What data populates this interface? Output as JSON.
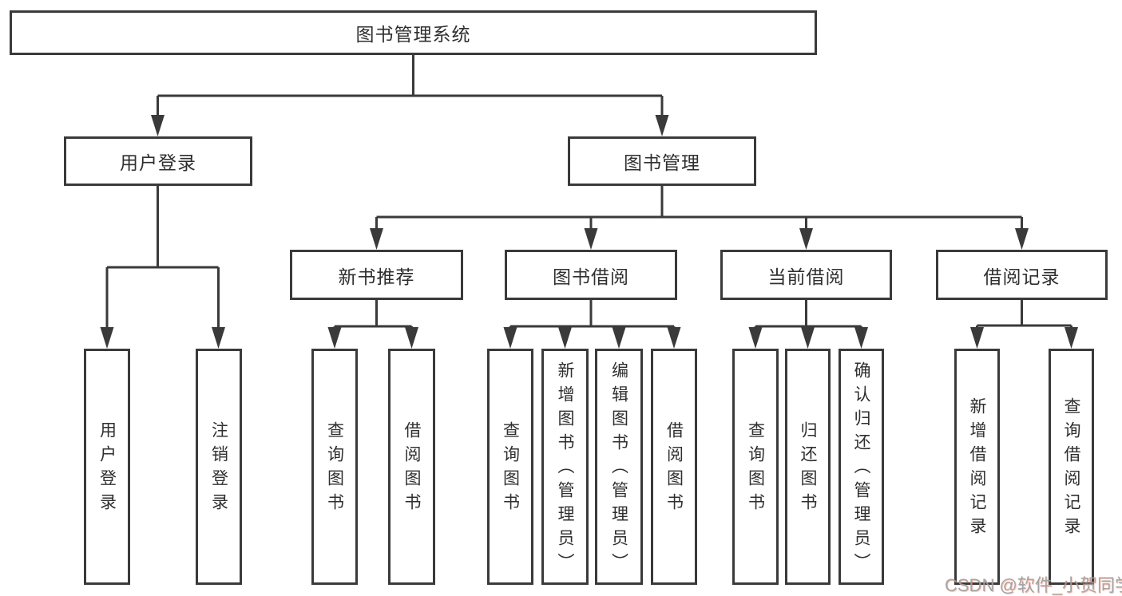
{
  "diagram": {
    "line_color": "#3a3a3a",
    "background_color": "#ffffff",
    "root": {
      "label": "图书管理系统"
    },
    "branches": [
      {
        "label": "用户登录",
        "children": [
          {
            "label": "用户登录"
          },
          {
            "label": "注销登录"
          }
        ]
      },
      {
        "label": "图书管理",
        "children": [
          {
            "label": "新书推荐",
            "children": [
              {
                "label": "查询图书"
              },
              {
                "label": "借阅图书"
              }
            ]
          },
          {
            "label": "图书借阅",
            "children": [
              {
                "label": "查询图书"
              },
              {
                "label": "新增图书（管理员）"
              },
              {
                "label": "编辑图书（管理员）"
              },
              {
                "label": "借阅图书"
              }
            ]
          },
          {
            "label": "当前借阅",
            "children": [
              {
                "label": "查询图书"
              },
              {
                "label": "归还图书"
              },
              {
                "label": "确认归还（管理员）"
              }
            ]
          },
          {
            "label": "借阅记录",
            "children": [
              {
                "label": "新增借阅记录"
              },
              {
                "label": "查询借阅记录"
              }
            ]
          }
        ]
      }
    ]
  },
  "watermark": {
    "text": "CSDN @软件_小贺同学",
    "color": "#9e9e9e",
    "accent_color": "#fc5531"
  }
}
